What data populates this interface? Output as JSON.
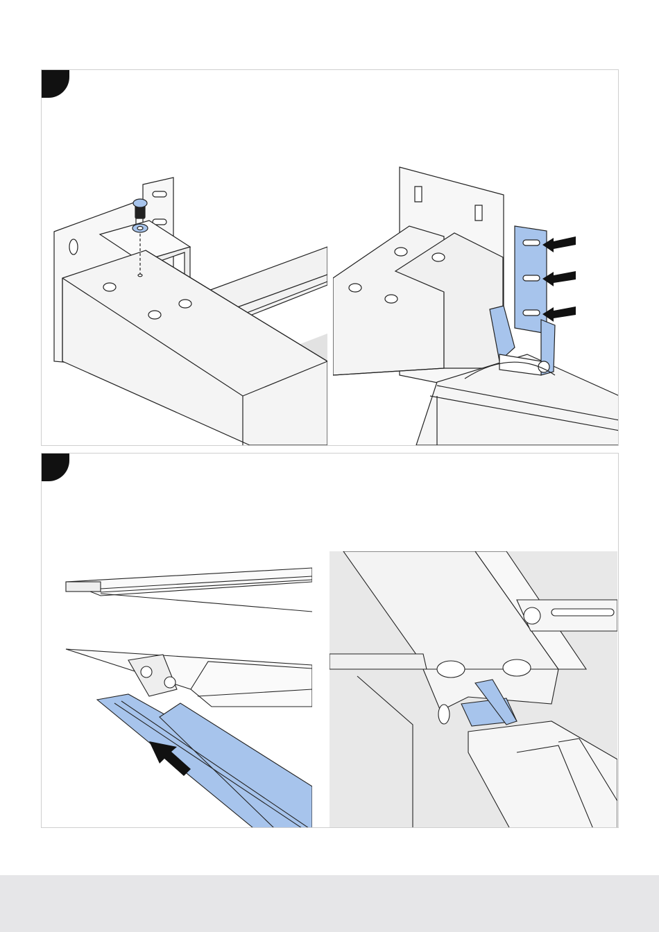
{
  "steps": [
    {
      "panel": "top",
      "illustrations": [
        "bolt-and-washer-mounting",
        "hinge-bracket-slots"
      ],
      "callout_arrows": 3,
      "accent_color": "#a7c4ec"
    },
    {
      "panel": "bottom",
      "illustrations": [
        "slide-rail-cover-insertion",
        "rail-clip-detail"
      ],
      "callout_arrows": 1,
      "accent_color": "#a7c4ec"
    }
  ],
  "colors": {
    "highlight": "#a7c4ec",
    "outline": "#222222",
    "panel_border": "#cfcfcf",
    "footer": "#e6e6e8",
    "tab": "#111111"
  }
}
